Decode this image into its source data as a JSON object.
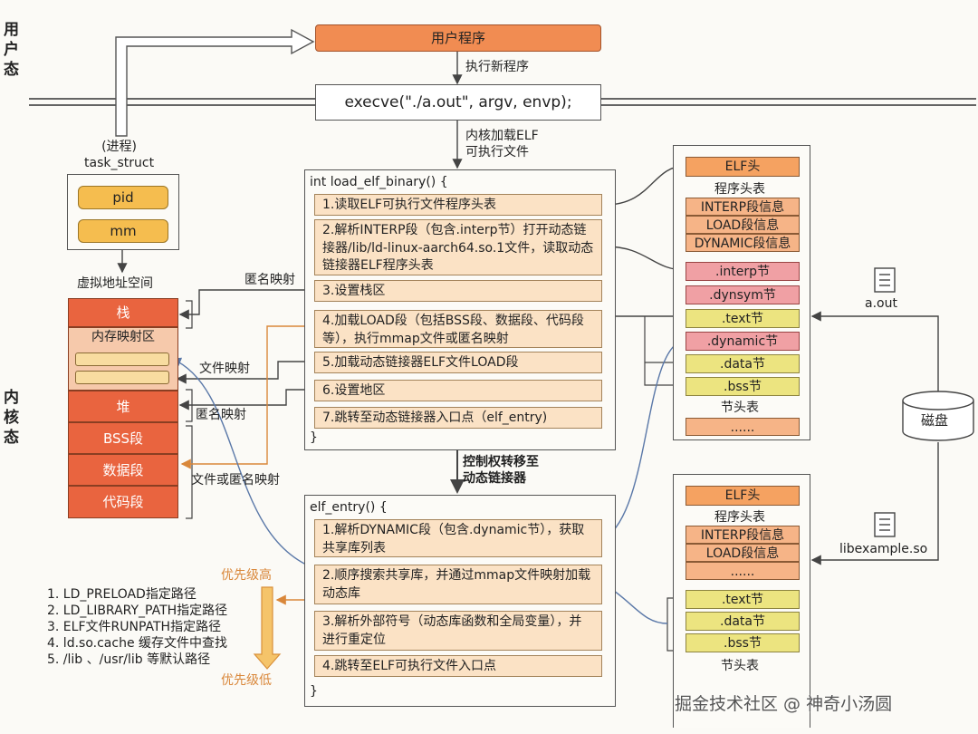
{
  "zones": {
    "user_mode": "用户态",
    "kernel_mode": "内核态"
  },
  "top": {
    "user_program": "用户程序",
    "exec_new": "执行新程序",
    "execve": "execve(\"./a.out\", argv, envp);",
    "kernel_load": "内核加载ELF\n可执行文件"
  },
  "process": {
    "title": "(进程)\ntask_struct",
    "pid": "pid",
    "mm": "mm",
    "vaddr_label": "虚拟地址空间",
    "segments": [
      "栈",
      "内存映射区",
      "堆",
      "BSS段",
      "数据段",
      "代码段"
    ]
  },
  "mapping_labels": {
    "anon1": "匿名映射",
    "file": "文件映射",
    "anon2": "匿名映射",
    "file_or_anon": "文件或匿名映射"
  },
  "load_elf": {
    "header": "int load_elf_binary() {",
    "steps": [
      "1.读取ELF可执行文件程序头表",
      "2.解析INTERP段（包含.interp节）打开动态链接器/lib/ld-linux-aarch64.so.1文件，读取动态链接器ELF程序头表",
      "3.设置栈区",
      "4.加载LOAD段（包括BSS段、数据段、代码段等），执行mmap文件或匿名映射",
      "5.加载动态链接器ELF文件LOAD段",
      "6.设置地区",
      "7.跳转至动态链接器入口点（elf_entry)"
    ],
    "footer": "}"
  },
  "transfer": "控制权转移至\n动态链接器",
  "elf_entry": {
    "header": "elf_entry() {",
    "steps": [
      "1.解析DYNAMIC段（包含.dynamic节），获取共享库列表",
      "2.顺序搜索共享库，并通过mmap文件映射加载动态库",
      "3.解析外部符号（动态库函数和全局变量），并进行重定位",
      "4.跳转至ELF可执行文件入口点"
    ],
    "footer": "}"
  },
  "aout_file": {
    "elf_header": "ELF头",
    "phdr_title": "程序头表",
    "phdrs": [
      "INTERP段信息",
      "LOAD段信息",
      "DYNAMIC段信息"
    ],
    "sections_pink": [
      ".interp节",
      ".dynsym节"
    ],
    "section_text": ".text节",
    "section_dynamic": ".dynamic节",
    "section_data": ".data节",
    "section_bss": ".bss节",
    "shdr_title": "节头表",
    "shdr_dots": "......",
    "name": "a.out"
  },
  "so_file": {
    "elf_header": "ELF头",
    "phdr_title": "程序头表",
    "phdrs": [
      "INTERP段信息",
      "LOAD段信息"
    ],
    "dots": "......",
    "sections": [
      ".text节",
      ".data节",
      ".bss节"
    ],
    "shdr_title": "节头表",
    "name": "libexample.so"
  },
  "disk": "磁盘",
  "search": {
    "high": "优先级高",
    "low": "优先级低",
    "paths": [
      "1. LD_PRELOAD指定路径",
      "2. LD_LIBRARY_PATH指定路径",
      "3. ELF文件RUNPATH指定路径",
      "4. ld.so.cache 缓存文件中查找",
      "5. /lib 、/usr/lib 等默认路径"
    ]
  },
  "watermark": "掘金技术社区 @ 神奇小汤圆",
  "colors": {
    "title_red": "#f07a4c",
    "segment_red": "#e9643f",
    "pill_yellow": "#f5bd4f",
    "step_beige": "#fbe2c5",
    "arrow_blue": "#5a78a8",
    "arrow_orange": "#d9873a"
  }
}
